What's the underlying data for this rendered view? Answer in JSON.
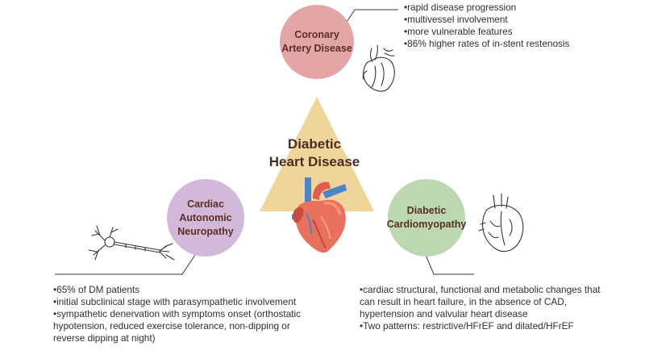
{
  "center": {
    "line1": "Diabetic",
    "line2": "Heart Disease"
  },
  "coronary": {
    "line1": "Coronary",
    "line2": "Artery Disease",
    "bullets": [
      "•rapid disease progression",
      "•multivessel involvement",
      "•more vulnerable features",
      "•86% higher rates of in-stent restenosis"
    ],
    "color": "#e3a5a5"
  },
  "neuropathy": {
    "line1": "Cardiac",
    "line2": "Autonomic",
    "line3": "Neuropathy",
    "bullets": [
      "•65% of DM patients",
      "•initial subclinical stage with parasympathetic involvement",
      "•sympathetic denervation with symptoms onset (orthostatic hypotension, reduced exercise tolerance, non-dipping or reverse dipping at night)"
    ],
    "color": "#d3b9d9"
  },
  "cardiomyopathy": {
    "line1": "Diabetic",
    "line2": "Cardiomyopathy",
    "bullets": [
      "•cardiac structural, functional and metabolic changes that can result in heart failure, in the absence of CAD, hypertension and valvular heart disease",
      "•Two patterns: restrictive/HFrEF  and dilated/HFrEF"
    ],
    "color": "#bcd8b3"
  },
  "triangle_color": "#efd59a",
  "icons": [
    "heart-sketch-icon",
    "neuron-icon",
    "heart-section-icon",
    "anatomical-heart-icon"
  ]
}
